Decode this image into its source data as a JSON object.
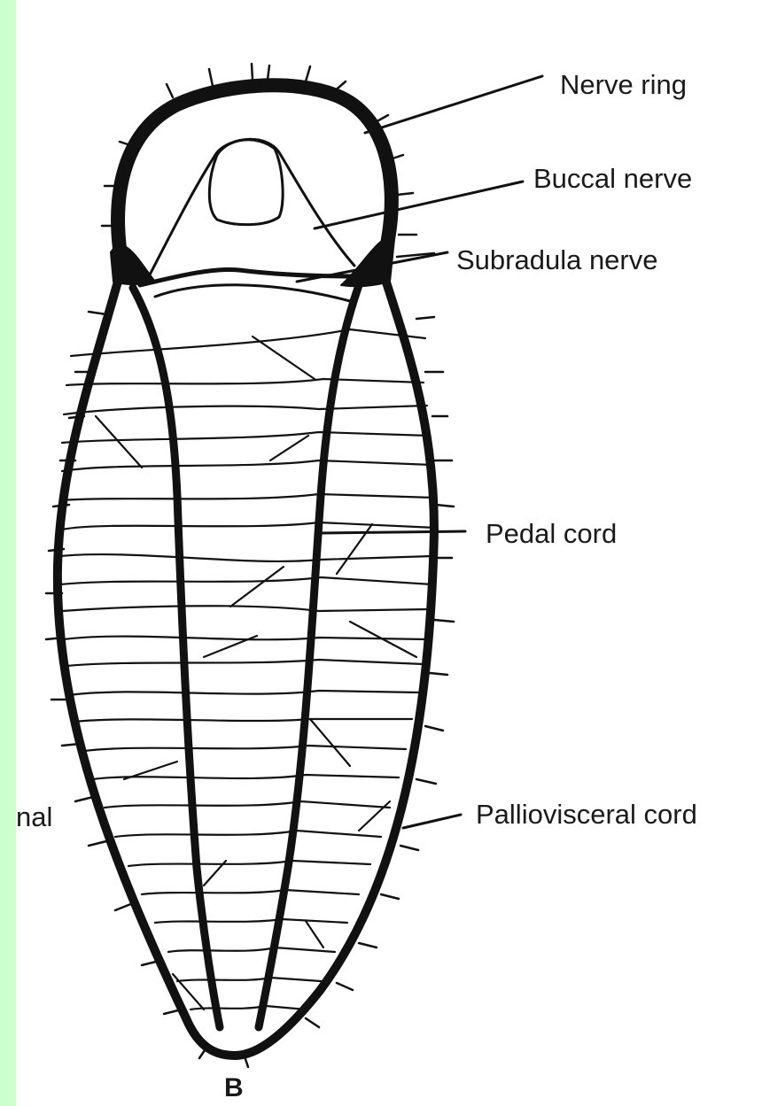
{
  "figure": {
    "letter": "B",
    "colors": {
      "page_border": "#ccffcc",
      "ink": "#111111",
      "background": "#ffffff"
    }
  },
  "labels": {
    "nerve_ring": "Nerve ring",
    "buccal_nerve": "Buccal nerve",
    "subradula_nerve": "Subradula nerve",
    "pedal_cord": "Pedal cord",
    "palliovisceral_cord": "Palliovisceral cord",
    "cropped_left": "nal"
  }
}
